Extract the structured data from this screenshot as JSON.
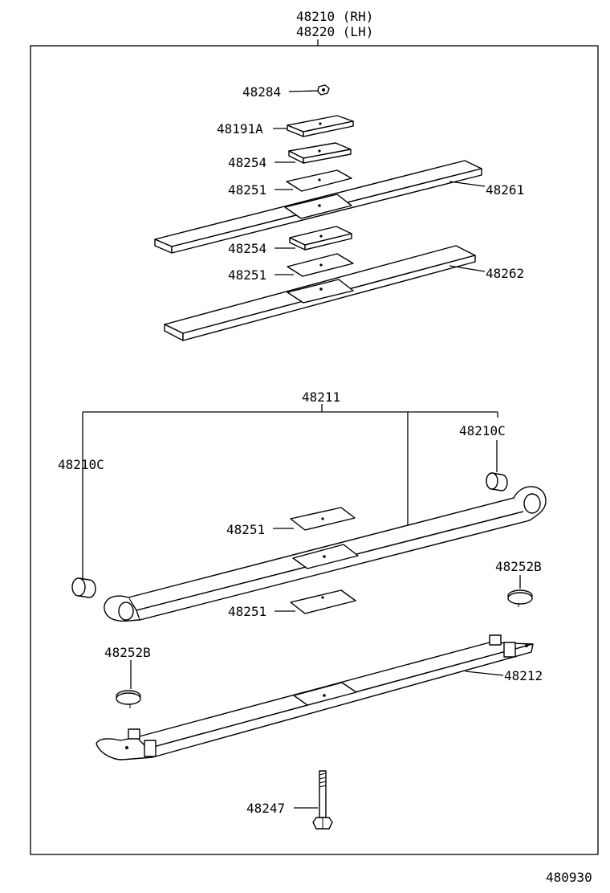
{
  "assembly": {
    "rh": "48210 (RH)",
    "lh": "48220 (LH)"
  },
  "callouts": {
    "p48284": "48284",
    "p48191a": "48191A",
    "p48254_a": "48254",
    "p48251_a": "48251",
    "p48261": "48261",
    "p48254_b": "48254",
    "p48251_b": "48251",
    "p48262": "48262",
    "p48211": "48211",
    "p48210c_left": "48210C",
    "p48210c_right": "48210C",
    "p48251_c": "48251",
    "p48252b_right": "48252B",
    "p48251_d": "48251",
    "p48252b_left": "48252B",
    "p48212": "48212",
    "p48247": "48247"
  },
  "figure_number": "480930"
}
